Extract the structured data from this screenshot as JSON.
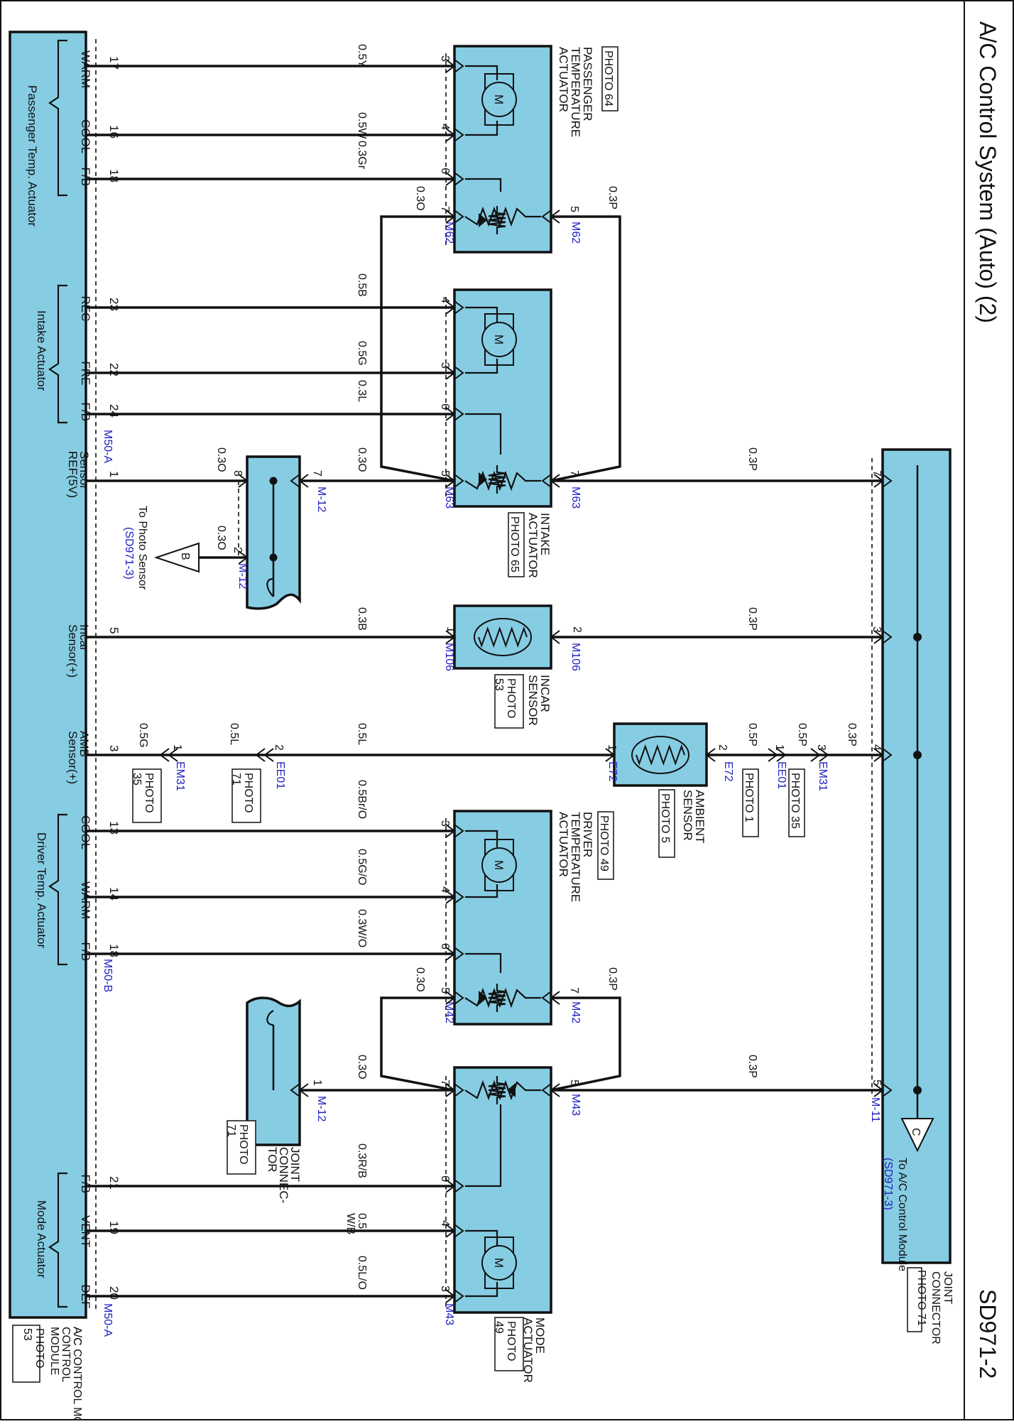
{
  "page": {
    "title": "A/C Control System (Auto) (2)",
    "code": "SD971-2"
  },
  "colors": {
    "component_fill": "#86cde3",
    "connector_id": "#2020c0"
  },
  "modules": {
    "ac_control": {
      "label": "A/C CONTROL MODULE",
      "photo": "PHOTO 53"
    },
    "joint": {
      "label": "JOINT CONNECTOR",
      "photo": "PHOTO 71"
    }
  },
  "groups": {
    "passenger": "Passenger Temp. Actuator",
    "intake": "Intake Actuator",
    "driver": "Driver Temp. Actuator",
    "mode": "Mode Actuator"
  },
  "ac_pins": {
    "warm_p": {
      "pin": "17",
      "name": "WARM"
    },
    "cool_p": {
      "pin": "16",
      "name": "COOL"
    },
    "fb_p": {
      "pin": "18",
      "name": "F/B"
    },
    "rec": {
      "pin": "23",
      "name": "REC"
    },
    "fre": {
      "pin": "22",
      "name": "FRE"
    },
    "fb_i": {
      "pin": "24",
      "name": "F/B"
    },
    "sensor_ref": {
      "pin": "1",
      "name": "Sensor REF(5V)"
    },
    "incar": {
      "pin": "5",
      "name": "Incar Sensor(+)"
    },
    "amb": {
      "pin": "3",
      "name": "AMB Sensor(+)"
    },
    "cool_d": {
      "pin": "13",
      "name": "COOL"
    },
    "warm_d": {
      "pin": "14",
      "name": "WARM"
    },
    "fb_d": {
      "pin": "18",
      "name": "F/B"
    },
    "fb_m": {
      "pin": "21",
      "name": "F/B"
    },
    "vent": {
      "pin": "19",
      "name": "VENT"
    },
    "def": {
      "pin": "20",
      "name": "DEF"
    }
  },
  "connectors": {
    "m50a": "M50-A",
    "m50b": "M50-B",
    "m62": "M62",
    "m63": "M63",
    "m106": "M106",
    "m42": "M42",
    "m43": "M43",
    "m12": "M-12",
    "m11": "M-11",
    "e72": "E72",
    "ee01": "EE01",
    "em31": "EM31"
  },
  "components": {
    "pass_act": {
      "photo": "PHOTO 64",
      "label": "PASSENGER TEMPERATURE ACTUATOR"
    },
    "intake_act": {
      "photo": "PHOTO 65",
      "label": "INTAKE ACTUATOR"
    },
    "incar": {
      "photo": "PHOTO 53",
      "label": "INCAR SENSOR"
    },
    "ambient": {
      "photo": "PHOTO 5",
      "label": "AMBIENT SENSOR"
    },
    "driver_act": {
      "photo": "PHOTO 49",
      "label": "DRIVER TEMPERATURE ACTUATOR"
    },
    "mode_act": {
      "photo": "PHOTO 49",
      "label": "MODE ACTUATOR"
    },
    "joint_m12": {
      "photo": "PHOTO 71",
      "label": "JOINT CONNECTOR"
    }
  },
  "photos": {
    "ee01_left": "PHOTO 71",
    "em31_left": "PHOTO 35",
    "ee01_right": "PHOTO 1",
    "em31_right": "PHOTO 35"
  },
  "wires": {
    "warm_p": "0.5Y",
    "cool_p": "0.5W",
    "fb_p": "0.3Gr",
    "p_o": "0.3O",
    "p_p": "0.3P",
    "rec": "0.5B",
    "fre": "0.5G",
    "fb_i": "0.3L",
    "ref_a": "0.3O",
    "ref_b": "0.3O",
    "ref_c": "0.3O",
    "ref_p": "0.3P",
    "incar": "0.3B",
    "incar_p": "0.3P",
    "amb_a": "0.5G",
    "amb_b": "0.5L",
    "amb_c": "0.5L",
    "amb_d": "0.5P",
    "amb_e": "0.5P",
    "amb_f": "0.3P",
    "cool_d": "0.5Br/O",
    "warm_d": "0.5G/O",
    "fb_d": "0.3W/O",
    "d_o": "0.3O",
    "d_p": "0.3P",
    "m_o": "0.3O",
    "m_p": "0.3P",
    "fb_m": "0.3R/B",
    "vent": "0.5 W/B",
    "def": "0.5L/O"
  },
  "pins": {
    "p3": "3",
    "p4": "4",
    "p6": "6",
    "p7": "7",
    "p5": "5",
    "i4": "4",
    "i3": "3",
    "i6": "6",
    "i5": "5",
    "i7": "7",
    "j8": "8",
    "j7": "7",
    "j2": "2",
    "c1": "1",
    "c2": "2",
    "a1": "1",
    "a2": "2",
    "ee2": "2",
    "em1": "1",
    "ee1": "1",
    "em3": "3",
    "d3": "3",
    "d4": "4",
    "d6": "6",
    "d5": "5",
    "d7": "7",
    "m7": "7",
    "m5": "5",
    "m6": "6",
    "m4": "4",
    "m3": "3",
    "j1": "1",
    "jc7": "7",
    "jc3": "3",
    "jc4": "4",
    "jc5": "5"
  },
  "refs": {
    "b": {
      "symbol": "B",
      "text": "To Photo Sensor",
      "ref": "(SD971-3)"
    },
    "c": {
      "symbol": "C",
      "text": "To A/C Control Module",
      "ref": "(SD971-3)"
    }
  },
  "icons": {
    "motor": "motor-icon",
    "resistor": "resistor-icon",
    "thermistor": "thermistor-icon"
  }
}
